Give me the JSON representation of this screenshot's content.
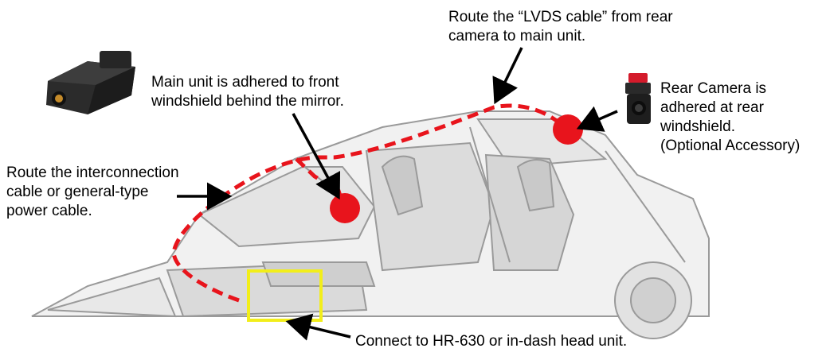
{
  "labels": {
    "lvds": "Route the “LVDS cable” from rear\ncamera to main unit.",
    "main_unit": "Main unit is adhered to front\nwindshield behind the mirror.",
    "rear_camera": "Rear Camera is\nadhered at rear\nwindshield.\n(Optional Accessory)",
    "interconnection": "Route the interconnection\ncable or general-type\npower cable.",
    "connect": "Connect to HR-630 or in-dash head unit."
  },
  "colors": {
    "cable_route": "#e8141c",
    "mount_point": "#e8141c",
    "head_unit_box": "#f2ee1a",
    "arrow": "#000000",
    "car_outline": "#8c8c8c"
  }
}
